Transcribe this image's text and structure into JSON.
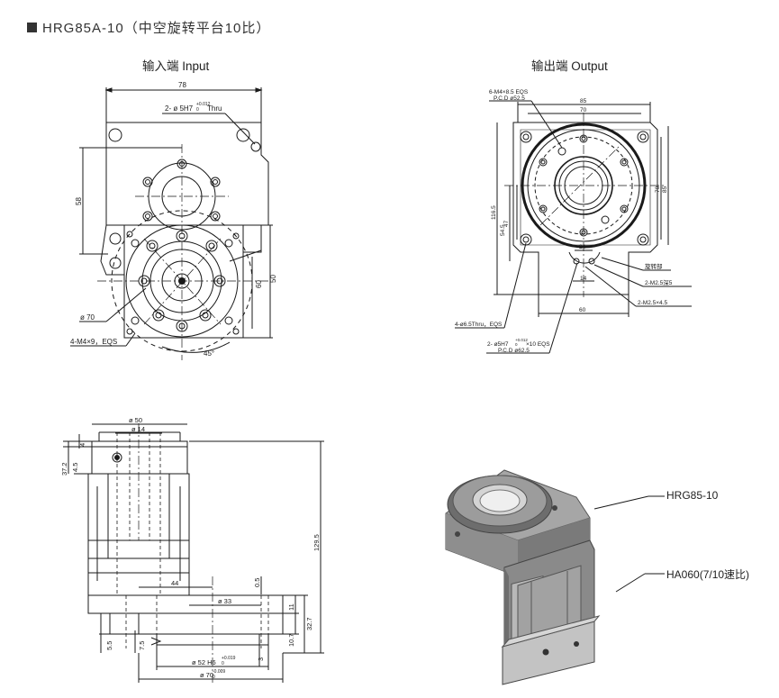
{
  "header": {
    "title": "HRG85A-10（中空旋转平台10比）"
  },
  "input_view": {
    "label": "输入端 Input",
    "dims": {
      "width_78": "78",
      "hole_note": "2- ø 5H7",
      "hole_tol": "+0.012",
      "hole_tol_low": "0",
      "hole_thru": "Thru",
      "d58": "58",
      "d50": "50",
      "d60": "60",
      "dia70": "ø 70",
      "tapped": "4-M4×9，EQS",
      "angle45": "45°"
    }
  },
  "output_view": {
    "label": "输出端 Output",
    "dims": {
      "holes_top": "6-M4×8.5 EQS",
      "pcd_top": "P.C.D  ø52.5",
      "d85_top": "85",
      "d70_top": "70",
      "d70_right": "70",
      "d85_right": "85",
      "d116": "116.5",
      "d47": "47",
      "d54": "54.5",
      "d24": "24",
      "d14": "14",
      "d60": "60",
      "rot_part": "旋转部",
      "m25_depth": "2-M2.5深5",
      "m25x": "2-M2.5×4.5",
      "thru_holes": "4-ø6.5Thru，EQS",
      "dowel": "2- ø5H7",
      "dowel_tol": "+0.012",
      "dowel_tol_low": "0",
      "dowel_depth": "×10 EQS",
      "pcd_bottom": "P.C.D  ø62.5"
    }
  },
  "side_view": {
    "dims": {
      "dia50": "ø 50",
      "dia14": "ø 14",
      "d4": "4",
      "d45": "4.5",
      "d372": "37.2",
      "d1295": "129.5",
      "d44": "44",
      "d05": "0.5",
      "dia33": "ø 33",
      "d11": "11",
      "d327": "32.7",
      "d107": "10.7",
      "d55": "5.5",
      "d75": "7.5",
      "d3": "3",
      "dia52": "ø 52 H6",
      "dia52_tol": "+0.019",
      "dia52_tol_low": "0",
      "dia70": "ø 70",
      "dia70_tol": "-0.009",
      "dia70_tol_low": "0"
    }
  },
  "product_callouts": {
    "top": "HRG85-10",
    "bottom": "HA060(7/10速比)"
  },
  "colors": {
    "line": "#1a1a1a",
    "body_gray": "#9a9a9a",
    "body_dark": "#5d5d5d",
    "body_light": "#c8c8c8"
  }
}
